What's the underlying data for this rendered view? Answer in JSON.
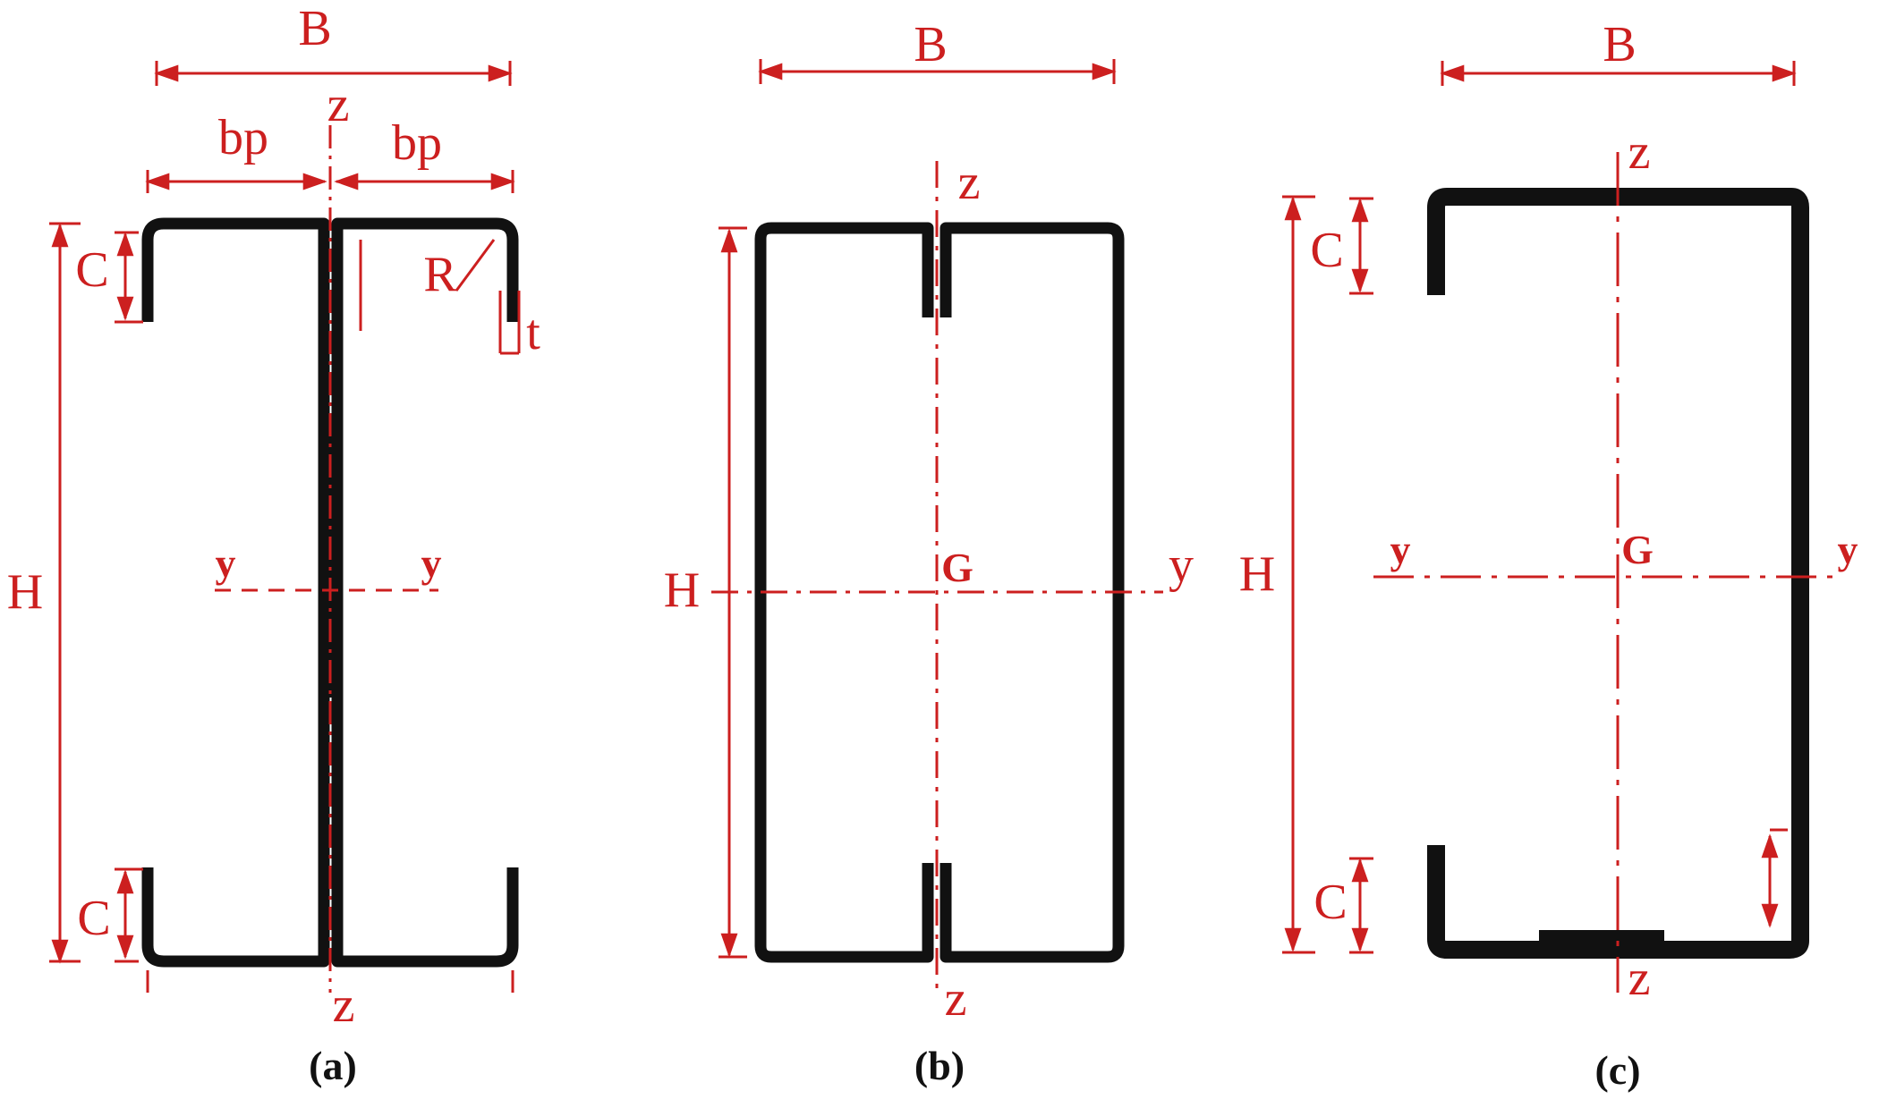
{
  "colors": {
    "annotation": "#cc1f1f",
    "section": "#111111",
    "background": "#ffffff"
  },
  "panel_a": {
    "B": "B",
    "bp_left": "bp",
    "bp_right": "bp",
    "z_top": "z",
    "z_bottom": "z",
    "C_top": "C",
    "C_bottom": "C",
    "H": "H",
    "R": "R",
    "t": "t",
    "y_left": "y",
    "y_right": "y",
    "caption": "(a)"
  },
  "panel_b": {
    "B": "B",
    "z_top": "z",
    "z_bottom": "z",
    "H": "H",
    "G": "G",
    "y": "y",
    "caption": "(b)"
  },
  "panel_c": {
    "B": "B",
    "z_top": "z",
    "z_bottom": "z",
    "C_top": "C",
    "C_bottom": "C",
    "H": "H",
    "G": "G",
    "y_left": "y",
    "y_right": "y",
    "caption": "(c)"
  }
}
